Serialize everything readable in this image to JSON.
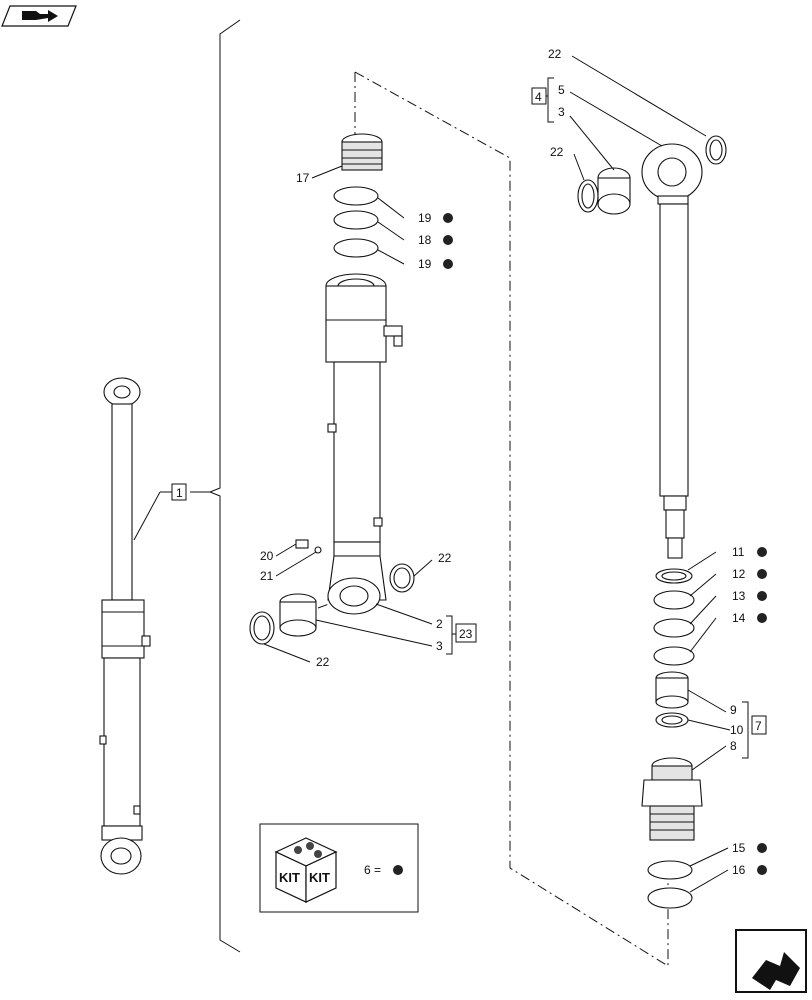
{
  "nav": {
    "top_icon": "book-arrow-icon",
    "bottom_icon": "next-page-arrow-icon"
  },
  "callouts": {
    "c1": "1",
    "c2": "2",
    "c3a": "3",
    "c3b": "3",
    "c4": "4",
    "c5": "5",
    "c7": "7",
    "c8": "8",
    "c9": "9",
    "c10": "10",
    "c11": "11",
    "c12": "12",
    "c13": "13",
    "c14": "14",
    "c15": "15",
    "c16": "16",
    "c17": "17",
    "c18": "18",
    "c19a": "19",
    "c19b": "19",
    "c20": "20",
    "c21": "21",
    "c22a": "22",
    "c22b": "22",
    "c22c": "22",
    "c22d": "22",
    "c23": "23"
  },
  "legend": {
    "kit_label_1": "KIT",
    "kit_label_2": "KIT",
    "kit_ref": "6 ="
  },
  "colors": {
    "line": "#111111",
    "marker": "#222222"
  }
}
